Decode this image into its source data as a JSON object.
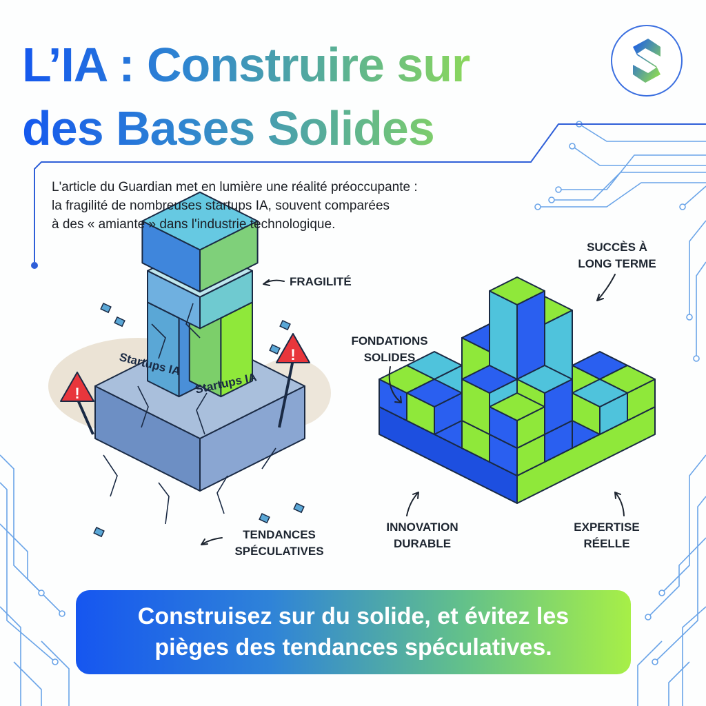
{
  "title": {
    "line1": "L’IA : Construire sur",
    "line2": "des Bases Solides"
  },
  "logo": {
    "icon": "s-logo-icon"
  },
  "intro": {
    "lines": [
      "L'article du Guardian met en lumière une réalité préoccupante :",
      "la fragilité de nombreuses startups IA, souvent comparées",
      "à des « amiante » dans l'industrie technologique."
    ]
  },
  "left_illustration": {
    "sign_labels": [
      "Startups IA",
      "Startups IA"
    ],
    "warning_glyph": "!",
    "labels": {
      "fragility": "FRAGILITÉ",
      "trends_line1": "TENDANCES",
      "trends_line2": "SPÉCULATIVES"
    }
  },
  "right_illustration": {
    "labels": {
      "success_line1": "SUCCÈS À",
      "success_line2": "LONG TERME",
      "foundations_line1": "FONDATIONS",
      "foundations_line2": "SOLIDES",
      "innovation_line1": "INNOVATION",
      "innovation_line2": "DURABLE",
      "expertise_line1": "EXPERTISE",
      "expertise_line2": "RÉELLE"
    }
  },
  "banner": {
    "line1": "Construisez sur du solide, et évitez les",
    "line2": "pièges des tendances spéculatives."
  },
  "colors": {
    "blue": "#1656f0",
    "green": "#8fe83a",
    "cyan": "#4fc3dc",
    "stone": "#7f9cc4",
    "warning": "#e8363c"
  }
}
